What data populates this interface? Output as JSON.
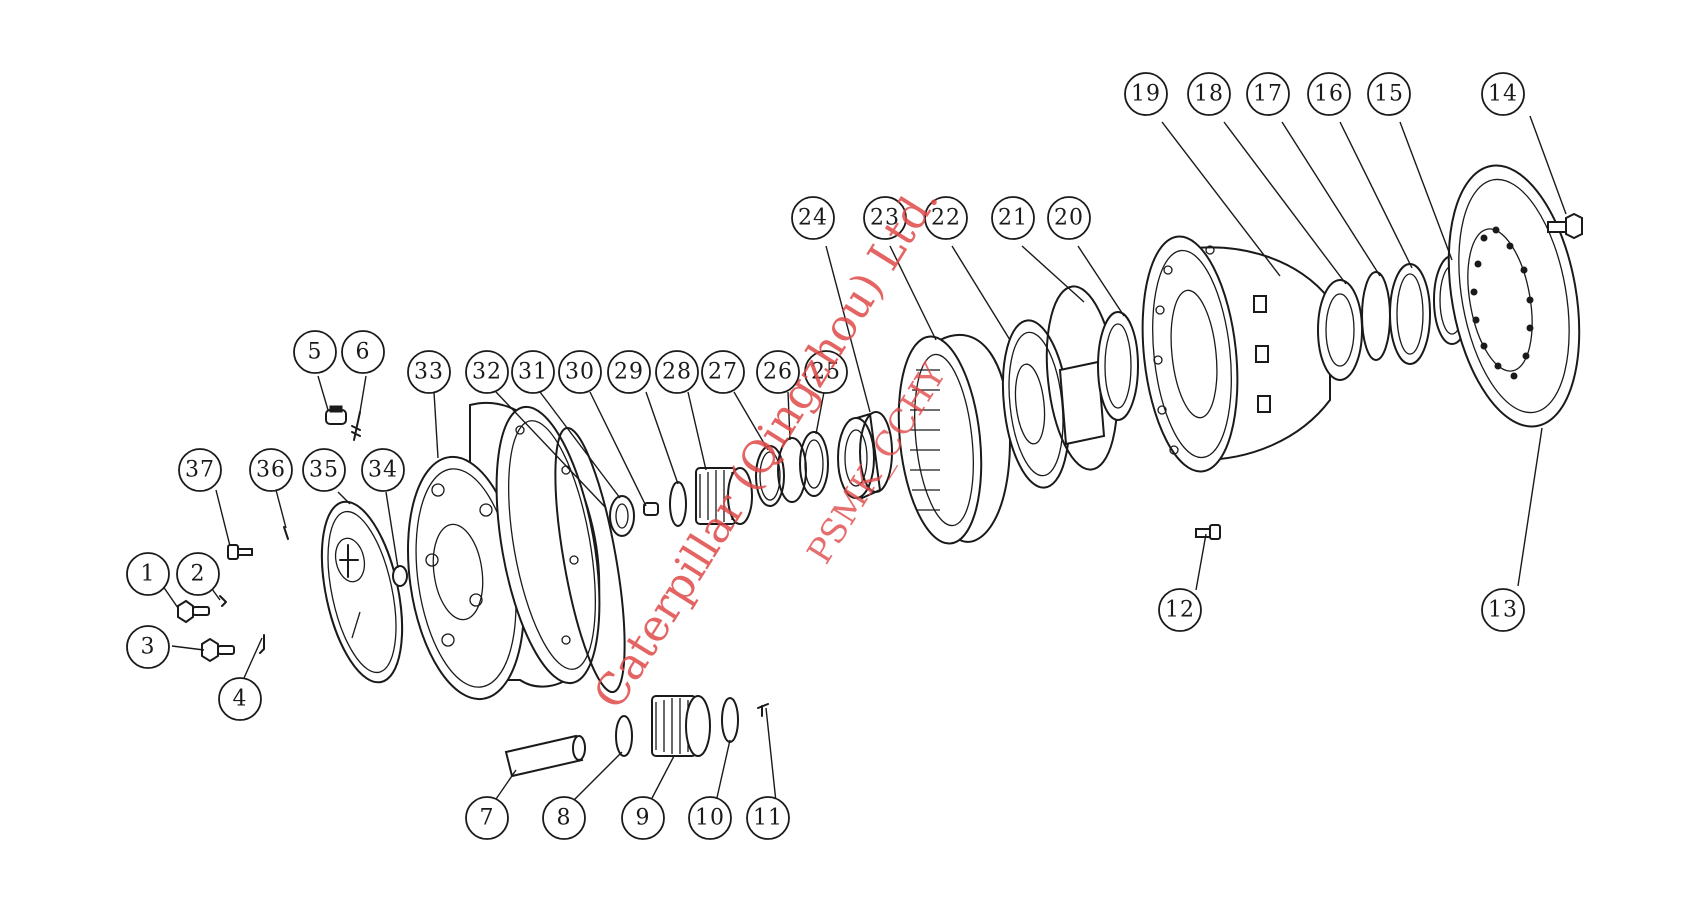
{
  "diagram": {
    "callouts": [
      {
        "label": "1"
      },
      {
        "label": "2"
      },
      {
        "label": "3"
      },
      {
        "label": "4"
      },
      {
        "label": "5"
      },
      {
        "label": "6"
      },
      {
        "label": "7"
      },
      {
        "label": "8"
      },
      {
        "label": "9"
      },
      {
        "label": "10"
      },
      {
        "label": "11"
      },
      {
        "label": "12"
      },
      {
        "label": "13"
      },
      {
        "label": "14"
      },
      {
        "label": "15"
      },
      {
        "label": "16"
      },
      {
        "label": "17"
      },
      {
        "label": "18"
      },
      {
        "label": "19"
      },
      {
        "label": "20"
      },
      {
        "label": "21"
      },
      {
        "label": "22"
      },
      {
        "label": "23"
      },
      {
        "label": "24"
      },
      {
        "label": "25"
      },
      {
        "label": "26"
      },
      {
        "label": "27"
      },
      {
        "label": "28"
      },
      {
        "label": "29"
      },
      {
        "label": "30"
      },
      {
        "label": "31"
      },
      {
        "label": "32"
      },
      {
        "label": "33"
      },
      {
        "label": "34"
      },
      {
        "label": "35"
      },
      {
        "label": "36"
      },
      {
        "label": "37"
      }
    ],
    "watermark": {
      "line1": "Caterpillar (Qingzhou) Ltd.",
      "line2": "PSMK_CCHY"
    },
    "colors": {
      "line": "#1a1a1a",
      "background": "#ffffff",
      "watermark": "#e04a4a"
    }
  }
}
